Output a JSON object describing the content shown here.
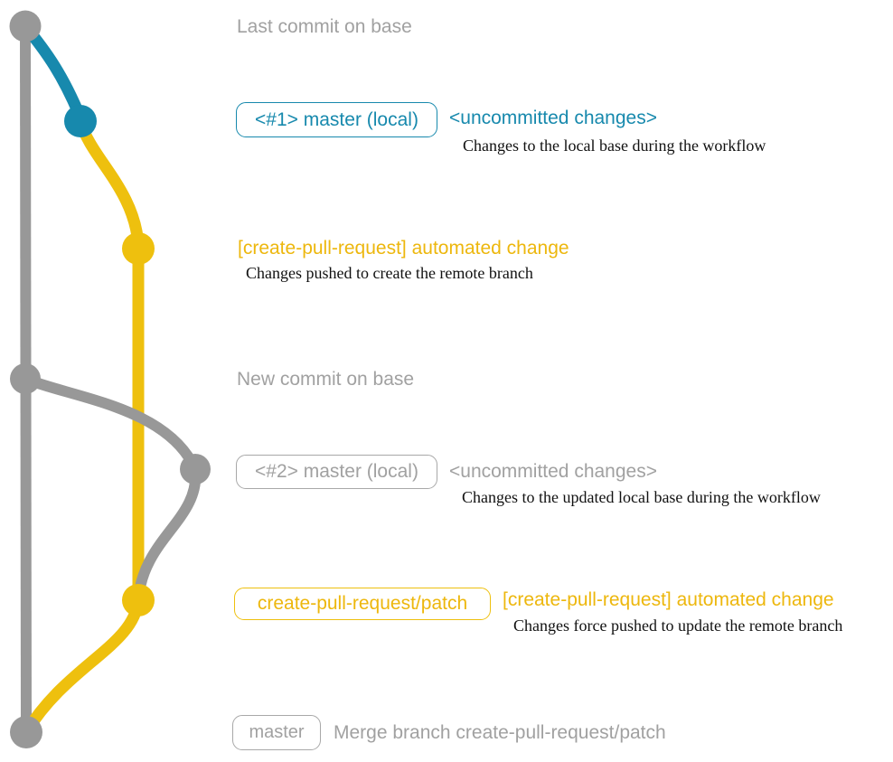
{
  "colors": {
    "base_gray": "#989898",
    "text_gray": "#a1a1a1",
    "teal": "#1789ad",
    "yellow": "#eec00e",
    "yellow_text": "#edb70d",
    "description_black": "#111111"
  },
  "diagram": {
    "row_last_commit": {
      "label": "Last commit on base"
    },
    "row_master_local_1": {
      "badge": "<#1> master (local)",
      "status": "<uncommitted changes>",
      "description": "Changes to the local base during the workflow"
    },
    "row_push_1": {
      "message": "[create-pull-request] automated change",
      "description": "Changes pushed to create the remote branch"
    },
    "row_new_commit": {
      "label": "New commit on base"
    },
    "row_master_local_2": {
      "badge": "<#2> master (local)",
      "status": "<uncommitted changes>",
      "description": "Changes to the updated local base during the workflow"
    },
    "row_force_push": {
      "badge": "create-pull-request/patch",
      "message": "[create-pull-request] automated change",
      "description": "Changes force pushed to update the remote branch"
    },
    "row_merge": {
      "badge": "master",
      "message": "Merge branch create-pull-request/patch"
    }
  }
}
